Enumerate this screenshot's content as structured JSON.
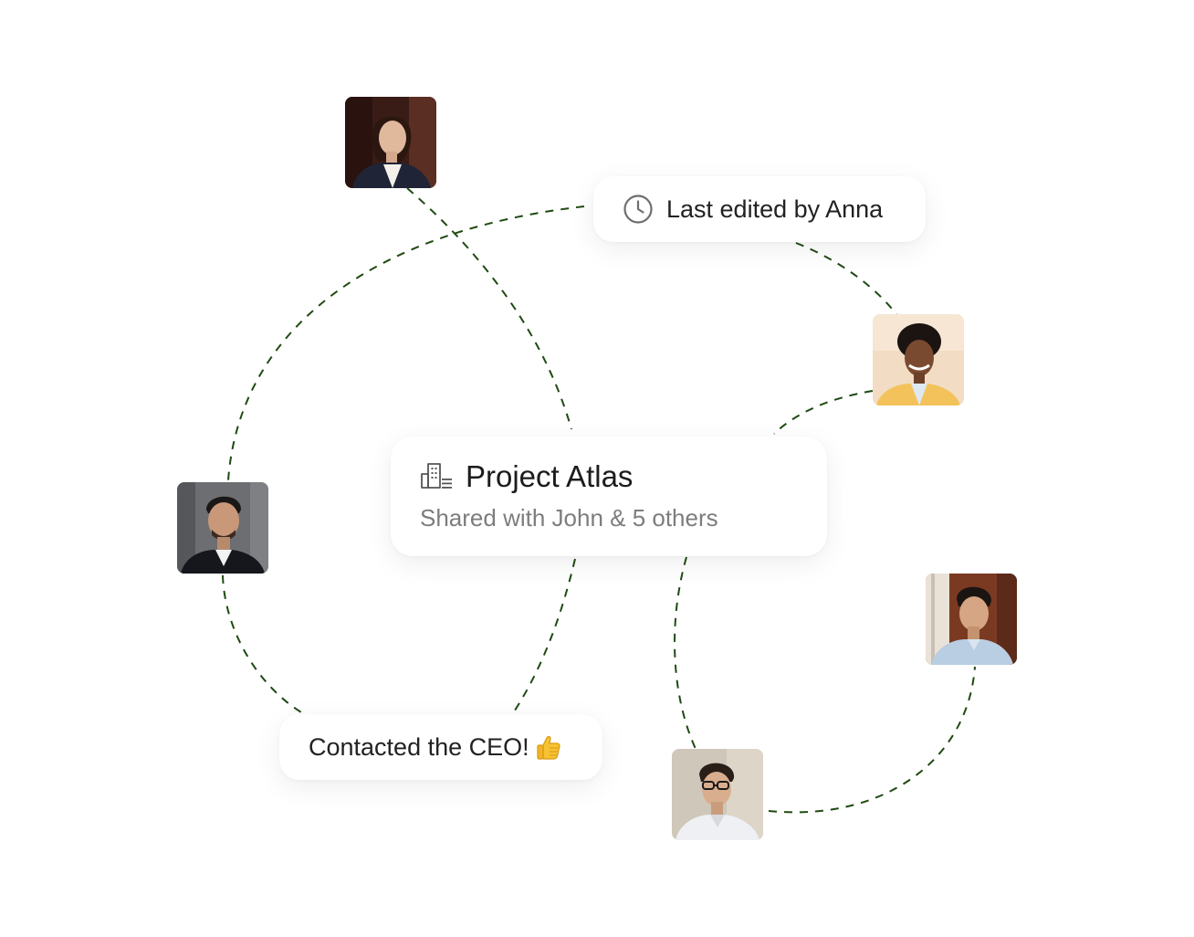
{
  "project_card": {
    "title": "Project Atlas",
    "subtitle": "Shared with John & 5 others",
    "icon": "building-icon"
  },
  "last_edited": {
    "text": "Last edited by Anna",
    "icon": "clock-icon"
  },
  "comment": {
    "text": "Contacted the CEO!",
    "emoji": "thumbs-up-icon"
  },
  "avatars": [
    {
      "id": "woman-dark-blazer",
      "icon": "person-photo"
    },
    {
      "id": "woman-yellow-jacket",
      "icon": "person-photo"
    },
    {
      "id": "man-dark-suit",
      "icon": "person-photo"
    },
    {
      "id": "man-blue-shirt",
      "icon": "person-photo"
    },
    {
      "id": "man-glasses",
      "icon": "person-photo"
    }
  ],
  "colors": {
    "connector": "#1f4a12",
    "text_primary": "#1c1c1c",
    "text_secondary": "#7d7d7d",
    "card_bg": "#ffffff"
  }
}
